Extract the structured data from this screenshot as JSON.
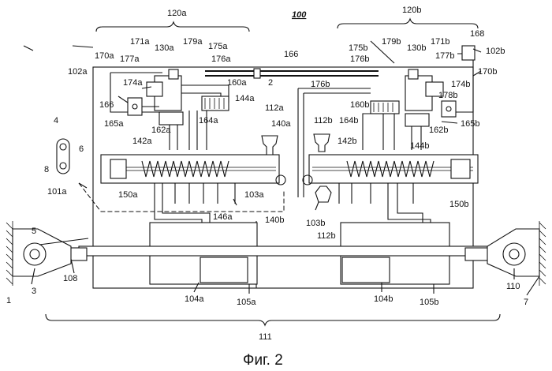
{
  "caption": "Фиг. 2",
  "labels": {
    "l100": "100",
    "l120a": "120a",
    "l120b": "120b",
    "l168": "168",
    "l102b": "102b",
    "l171a": "171a",
    "l130a": "130a",
    "l179a": "179a",
    "l175a": "175a",
    "l170a": "170a",
    "l177a": "177a",
    "l176a": "176a",
    "l166top": "166",
    "l175b": "175b",
    "l179b": "179b",
    "l130b": "130b",
    "l171b": "171b",
    "l176b": "176b",
    "l177b": "177b",
    "l170b": "170b",
    "l102a": "102a",
    "l174a": "174a",
    "l160a": "160a",
    "l2": "2",
    "l176bmid": "176b",
    "l174b": "174b",
    "l178b": "178b",
    "l166left": "166",
    "l165a": "165a",
    "l162a": "162a",
    "l164a": "164a",
    "l144a": "144a",
    "l112a": "112a",
    "l140a": "140a",
    "l112b": "112b",
    "l160b": "160b",
    "l164b": "164b",
    "l162b": "162b",
    "l165b": "165b",
    "l4": "4",
    "l6": "6",
    "l8": "8",
    "l142a": "142a",
    "l142b": "142b",
    "l144b": "144b",
    "l101a": "101a",
    "l150a": "150a",
    "l103a": "103a",
    "l146a": "146a",
    "l140b": "140b",
    "l103b": "103b",
    "l112b2": "112b",
    "l150b": "150b",
    "l5": "5",
    "l3": "3",
    "l1": "1",
    "l108": "108",
    "l104a": "104a",
    "l105a": "105a",
    "l104b": "104b",
    "l105b": "105b",
    "l110": "110",
    "l7": "7",
    "l111": "111"
  }
}
